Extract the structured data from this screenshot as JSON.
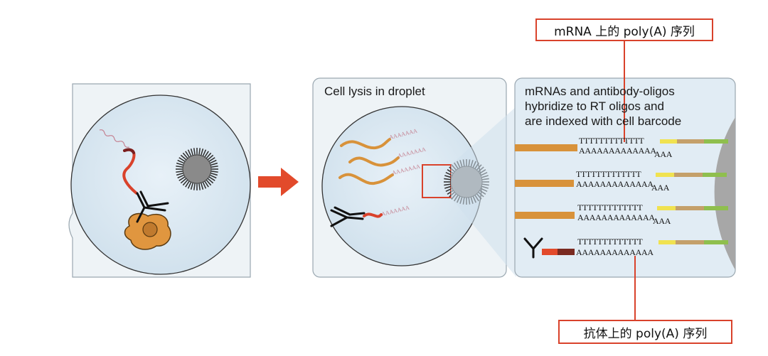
{
  "callouts": {
    "top": "mRNA 上的 poly(A) 序列",
    "bottom": "抗体上的 poly(A) 序列"
  },
  "panels": {
    "lysis": {
      "title": "Cell lysis in droplet"
    },
    "hybridize": {
      "lines": [
        "mRNAs and antibody-oligos",
        "hybridize to RT oligos and",
        "are indexed with cell barcode"
      ]
    }
  },
  "sequences": {
    "t_strand": "TTTTTTTTTTTTT",
    "a_strand_main": "AAAAAAAAAAAAA",
    "a_tail_1": "AAA",
    "a_tail_2": "AAA",
    "a_tail_3": "AAA",
    "a_strand_antibody": "AAAAAAAAAAAAA",
    "droplet_polyA": "AAAAAAA"
  },
  "colors": {
    "accent_red": "#d9422b",
    "panel_fill": "#dbe9f3",
    "mrna_orange": "#d8923a",
    "bead_gray": "#8a8a8a",
    "cell_orange": "#e0963f",
    "barcode_yellow": "#f0e250",
    "barcode_tan": "#c4a06a",
    "barcode_green": "#8fbf4e",
    "polyA_pink": "#c48090"
  },
  "icons": {
    "arrow": "right-arrow-icon",
    "bead": "gel-bead-icon",
    "antibody": "antibody-icon",
    "cell": "cell-icon"
  }
}
